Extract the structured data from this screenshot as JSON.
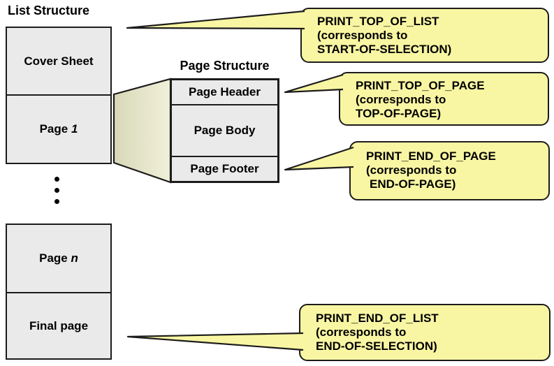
{
  "colors": {
    "callout_bg": "#f9f6a3",
    "box_bg": "#eaeaea",
    "trapezoid_dark": "#d8d8b8",
    "trapezoid_light": "#f1f0da"
  },
  "list": {
    "title": "List Structure",
    "cover_sheet": "Cover Sheet",
    "page1_prefix": "Page ",
    "page1_var": "1",
    "page_n_prefix": "Page ",
    "page_n_var": "n",
    "final_page": "Final page"
  },
  "page_structure": {
    "title": "Page Structure",
    "header": "Page Header",
    "body": "Page Body",
    "footer": "Page Footer"
  },
  "callouts": [
    {
      "line1": "PRINT_TOP_OF_LIST",
      "line2": "(corresponds to",
      "line3": "START-OF-SELECTION)"
    },
    {
      "line1": "PRINT_TOP_OF_PAGE",
      "line2": "(corresponds to",
      "line3": "TOP-OF-PAGE)"
    },
    {
      "line1": "PRINT_END_OF_PAGE",
      "line2": "(corresponds to",
      "line3": "END-OF-PAGE)"
    },
    {
      "line1": "PRINT_END_OF_LIST",
      "line2": "(corresponds to",
      "line3": "END-OF-SELECTION)"
    }
  ]
}
